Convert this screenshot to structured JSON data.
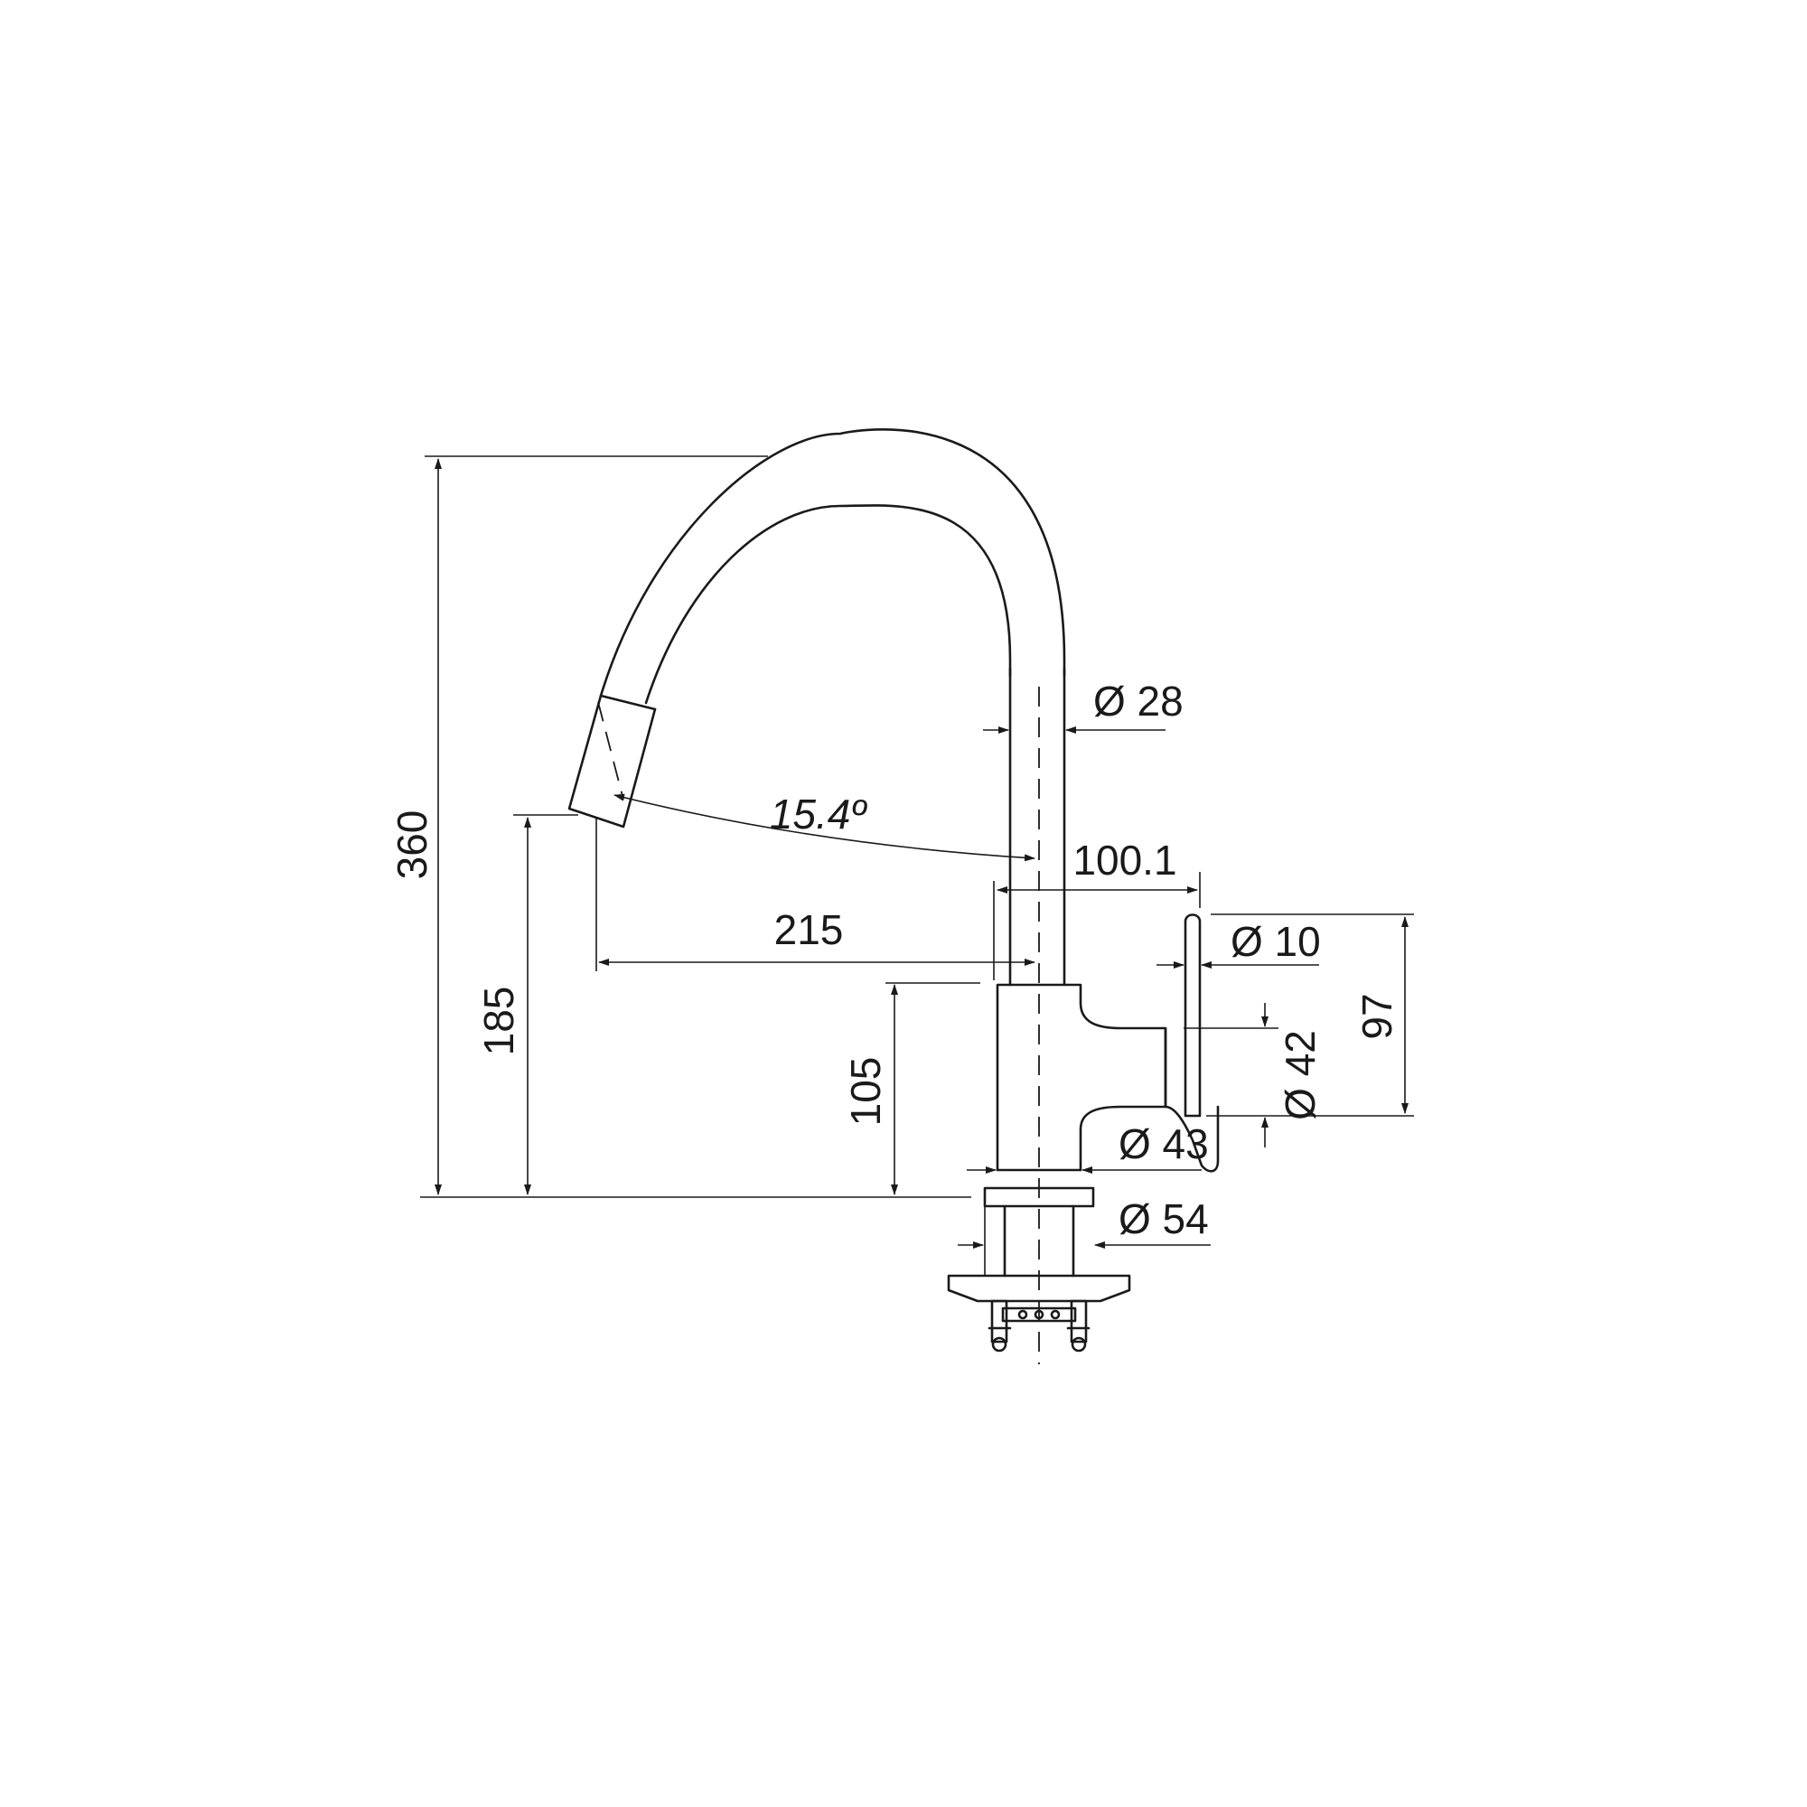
{
  "dimensions": {
    "total_height": "360",
    "spout_height": "185",
    "body_height": "105",
    "spout_diameter": "Ø 28",
    "spray_angle": "15.4º",
    "handle_offset": "100.1",
    "reach": "215",
    "lever_diameter": "Ø 10",
    "handle_diameter": "Ø 42",
    "handle_height": "97",
    "body_diameter": "Ø 43",
    "base_diameter": "Ø 54"
  },
  "colors": {
    "line": "#1a1a1a",
    "background": "#ffffff"
  }
}
